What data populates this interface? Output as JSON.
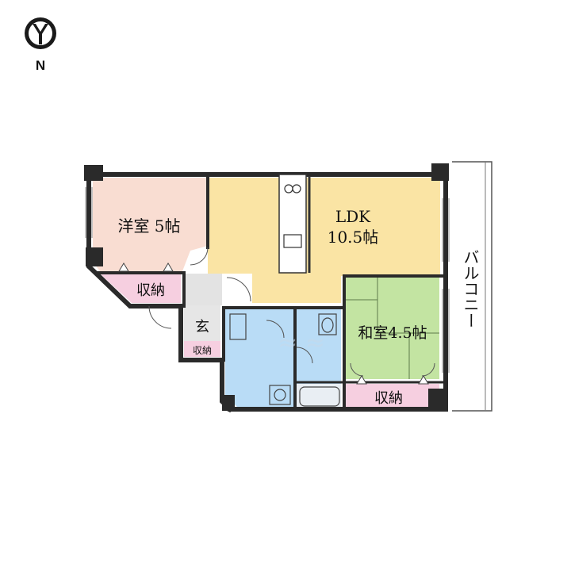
{
  "compass": {
    "letter": "N",
    "icon": "north-arrow-icon"
  },
  "rooms": {
    "western_room": "洋室 5帖",
    "storage_west": "収納",
    "ldk_line1": "LDK",
    "ldk_line2": "10.5帖",
    "entrance": "玄",
    "storage_entrance": "収納",
    "japanese_room": "和室4.5帖",
    "storage_japanese": "収納",
    "balcony": "バルコニー"
  },
  "colors": {
    "western_room": "#f9ddd2",
    "storage": "#f6cfe0",
    "ldk": "#fae4a4",
    "japanese_room": "#c3e4a2",
    "wet_area": "#b9dcf6",
    "hall": "#e3e3e3",
    "wall": "#2a2a2a"
  },
  "watermark_icon": "watermark-logo-icon"
}
